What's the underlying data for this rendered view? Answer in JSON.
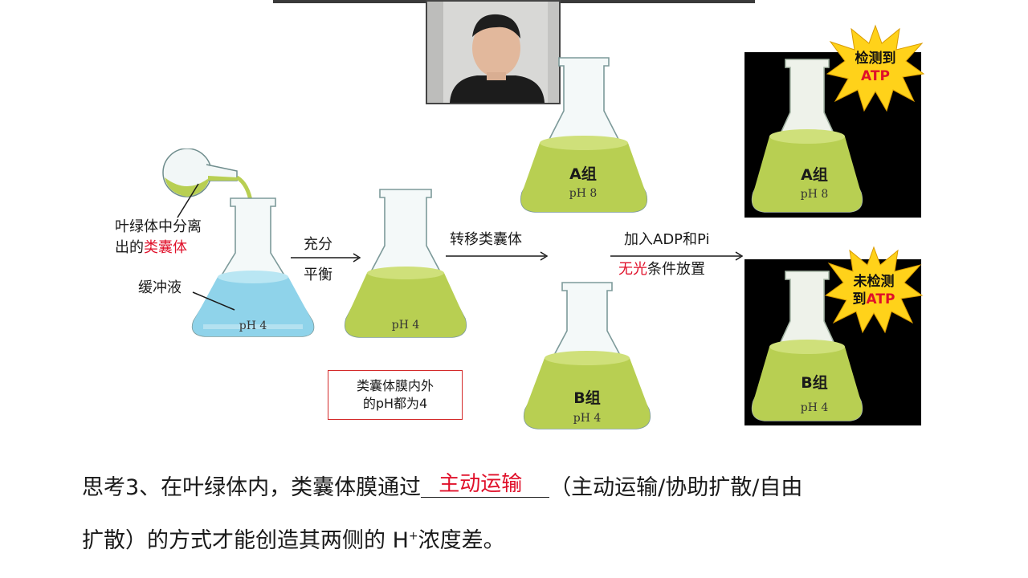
{
  "webcam": {
    "icon": "presenter-video-icon"
  },
  "left_flask": {
    "source_label_line1": "叶绿体中分离",
    "source_label_line2_prefix": "出的",
    "source_label_line2_highlight": "类囊体",
    "buffer_label": "缓冲液",
    "ph": "pH 4"
  },
  "step1": {
    "line1": "充分",
    "line2": "平衡"
  },
  "middle_flask": {
    "ph": "pH 4"
  },
  "note": {
    "line1": "类囊体膜内外",
    "line2": "的pH都为4"
  },
  "step2": {
    "label": "转移类囊体"
  },
  "flask_a": {
    "group": "A组",
    "ph": "pH 8"
  },
  "flask_b": {
    "group": "B组",
    "ph": "pH 4"
  },
  "step3": {
    "line1": "加入ADP和Pi",
    "line2_highlight": "无光",
    "line2_rest": "条件放置"
  },
  "result_a": {
    "group": "A组",
    "ph": "pH 8",
    "burst_line1": "检测到",
    "burst_line2": "ATP"
  },
  "result_b": {
    "group": "B组",
    "ph": "pH 4",
    "burst_line1_prefix": "未检测",
    "burst_line2_prefix": "到",
    "burst_line2_highlight": "ATP"
  },
  "question": {
    "prefix": "思考3、在叶绿体内，类囊体膜通过",
    "answer": "主动运输",
    "suffix_line1": "（主动运输/协助扩散/自由",
    "line2_part1": "扩散）的方式才能创造其两侧的 H",
    "line2_sup": "+",
    "line2_part2": "浓度差。"
  },
  "colors": {
    "accent_red": "#e0102a",
    "liquid_green": "#b8cf52",
    "liquid_blue": "#8fd3ea",
    "burst_yellow": "#ffd21a"
  }
}
